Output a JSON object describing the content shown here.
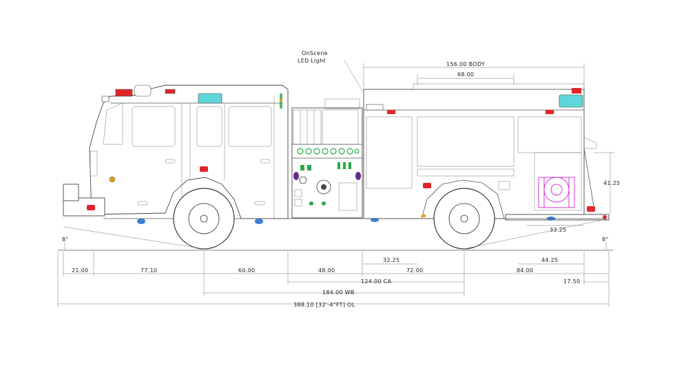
{
  "callout": {
    "line1": "OnScene",
    "line2": "LED Light"
  },
  "dimensions": {
    "body": "156.00 BODY",
    "d68": "68.00",
    "h4125": "41.25",
    "d3325": "33.25",
    "left_ground": "8\"",
    "right_ground": "8\"",
    "d3225": "32.25",
    "d4425": "44.25",
    "d2100": "21.00",
    "d7710": "77.10",
    "d6000": "60.00",
    "d4800": "48.00",
    "d7200": "72.00",
    "d8400": "84.00",
    "ca": "124.00 CA",
    "d1750": "17.50",
    "wb": "184.00 WB",
    "ol": "388.10 [32'-4\"FT] OL"
  },
  "colors": {
    "light_red": "#e0262a",
    "light_cyan": "#5fd6d9",
    "marker_blue": "#3b7fd6",
    "marker_amber": "#e0a020",
    "pump_green": "#2aa84a",
    "hose_magenta": "#d633d6"
  }
}
